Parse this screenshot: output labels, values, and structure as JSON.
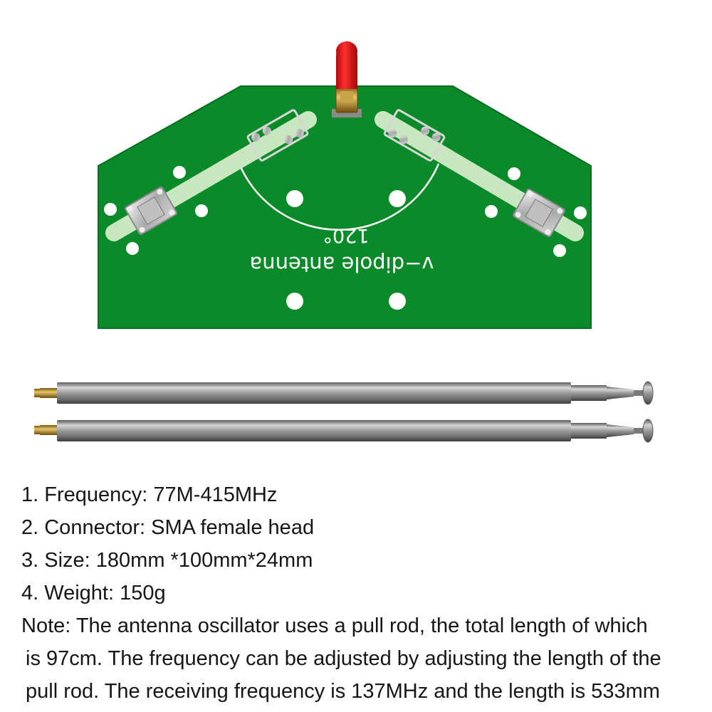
{
  "colors": {
    "pcb_green": "#0b8a2a",
    "pcb_trace": "#c8e6bf",
    "silkscreen": "#ffffff",
    "connector_cap": "#e01414",
    "rod_steel": "#9a9a9a",
    "text": "#161616"
  },
  "board": {
    "label": "v−dipole antenna",
    "angle": "120°"
  },
  "specs": [
    "1. Frequency: 77M-415MHz",
    "2. Connector: SMA female head",
    "3. Size: 180mm *100mm*24mm",
    "4. Weight: 150g"
  ],
  "note": {
    "line1": "Note: The antenna oscillator uses a pull rod, the total length of which",
    "line2": "is 97cm. The frequency can be adjusted by adjusting the length of the",
    "line3": "pull rod. The receiving frequency is 137MHz and the length is 533mm"
  }
}
